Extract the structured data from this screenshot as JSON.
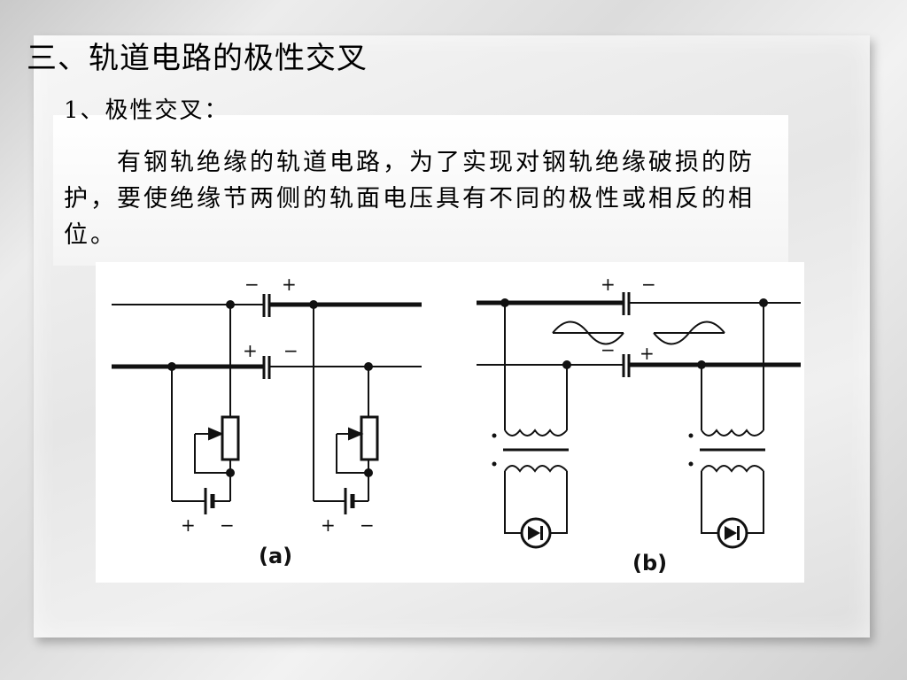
{
  "slide": {
    "title": "三、轨道电路的极性交叉",
    "subtitle": "1、极性交叉：",
    "paragraph": "　　有钢轨绝缘的轨道电路，为了实现对钢轨绝缘破损的防护，要使绝缘节两侧的轨面电压具有不同的极性或相反的相位。"
  },
  "diagram_a": {
    "caption": "(a)",
    "top_left_sign": "−",
    "top_right_sign": "+",
    "bottom_left_sign": "+",
    "bottom_right_sign": "−",
    "battery1_plus": "+",
    "battery1_minus": "−",
    "battery2_plus": "+",
    "battery2_minus": "−"
  },
  "diagram_b": {
    "caption": "(b)",
    "top_left_sign": "+",
    "top_right_sign": "−",
    "bottom_left_sign": "−",
    "bottom_right_sign": "+"
  },
  "colors": {
    "line": "#111111",
    "background": "#ffffff"
  }
}
